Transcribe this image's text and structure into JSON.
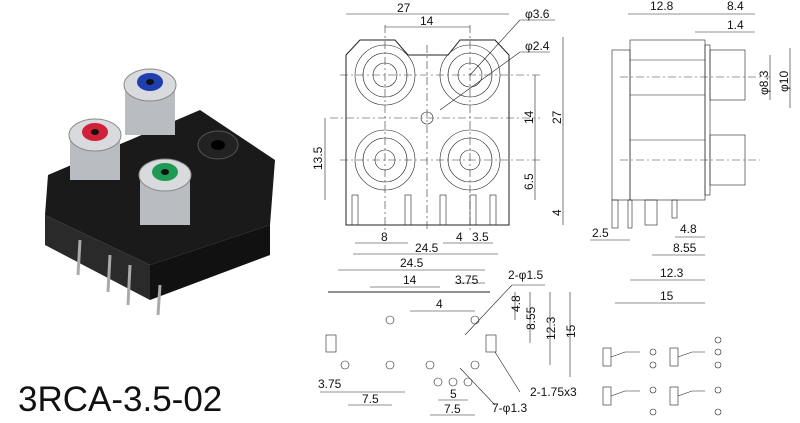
{
  "model_name": "3RCA-3.5-02",
  "colors": {
    "jack_blue": "#1f3fae",
    "jack_red": "#d0203a",
    "jack_green": "#1e9a55",
    "housing": "#1a1a1a",
    "metal": "#c9ccd0"
  },
  "front_view": {
    "width_27": "27",
    "pitch_14": "14",
    "dia_3_6": "φ3.6",
    "dia_2_4": "φ2.4",
    "vpitch_14": "14",
    "height_27": "27",
    "h_13_5": "13.5",
    "h_6_5": "6.5",
    "h_4": "4",
    "pin_8": "8",
    "pin_4": "4",
    "pin_3_5": "3.5",
    "pins_24_5": "24.5"
  },
  "bottom_view": {
    "w_24_5": "24.5",
    "w_14": "14",
    "w_3_75": "3.75",
    "holes_2_d1_5": "2-φ1.5",
    "w_4": "4",
    "d_4_8": "4.8",
    "d_8_55": "8.55",
    "d_12_3": "12.3",
    "d_15": "15",
    "slots": "2-1.75x3",
    "holes_7_d1_3": "7-φ1.3",
    "left_3_75": "3.75",
    "w_7_5a": "7.5",
    "w_5": "5",
    "w_7_5b": "7.5"
  },
  "side_view": {
    "d_12_8": "12.8",
    "d_8_4": "8.4",
    "d_1_4": "1.4",
    "dia_8_3": "φ8.3",
    "dia_10": "φ10",
    "d_2_5": "2.5",
    "d_4_8": "4.8",
    "d_8_55": "8.55",
    "d_12_3": "12.3",
    "d_15": "15"
  }
}
